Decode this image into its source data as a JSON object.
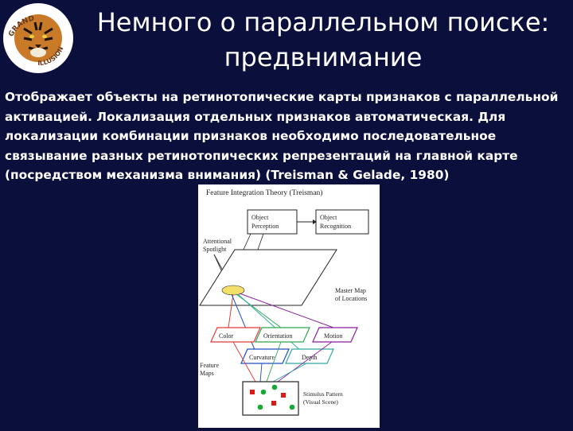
{
  "logo": {
    "ring_text_top": "GRAND",
    "ring_text_bottom": "ILLUSION",
    "icon": "tiger-logo"
  },
  "title": {
    "line1": "Немного о параллельном поиске:",
    "line2": "предвнимание"
  },
  "body": {
    "line1": "Отображает объекты на ретинотопические карты признаков с параллельной",
    "line2": "активацией. Локализация отдельных признаков автоматическая. Для",
    "line3": "локализации комбинации признаков необходимо последовательное",
    "line4": "связывание разных ретинотопических репрезентаций на главной карте",
    "line5": "(посредством механизма внимания) (Treisman & Gelade, 1980)"
  },
  "figure": {
    "title": "Feature Integration Theory (Treisman)",
    "object_perception_1": "Object",
    "object_perception_2": "Perception",
    "object_recognition_1": "Object",
    "object_recognition_2": "Recognition",
    "spotlight_1": "Attentional",
    "spotlight_2": "Spotlight",
    "master_map_1": "Master Map",
    "master_map_2": "of Locations",
    "color": "Color",
    "orientation": "Orientation",
    "motion": "Motion",
    "curvature": "Curvature",
    "depth": "Depth",
    "feature_maps_1": "Feature",
    "feature_maps_2": "Maps",
    "stimulus_1": "Stimulus Pattern",
    "stimulus_2": "(Visual Scene)"
  },
  "colors": {
    "background": "#0b0f3c",
    "color_map": "#e03a3a",
    "orientation_map": "#2fa84f",
    "motion_map": "#8a1f9e",
    "curvature_map": "#1f4fc2",
    "depth_map": "#2fa8a0",
    "spotlight": "#f3e06a",
    "stimulus_red": "#e01818",
    "stimulus_green": "#18a83a"
  }
}
